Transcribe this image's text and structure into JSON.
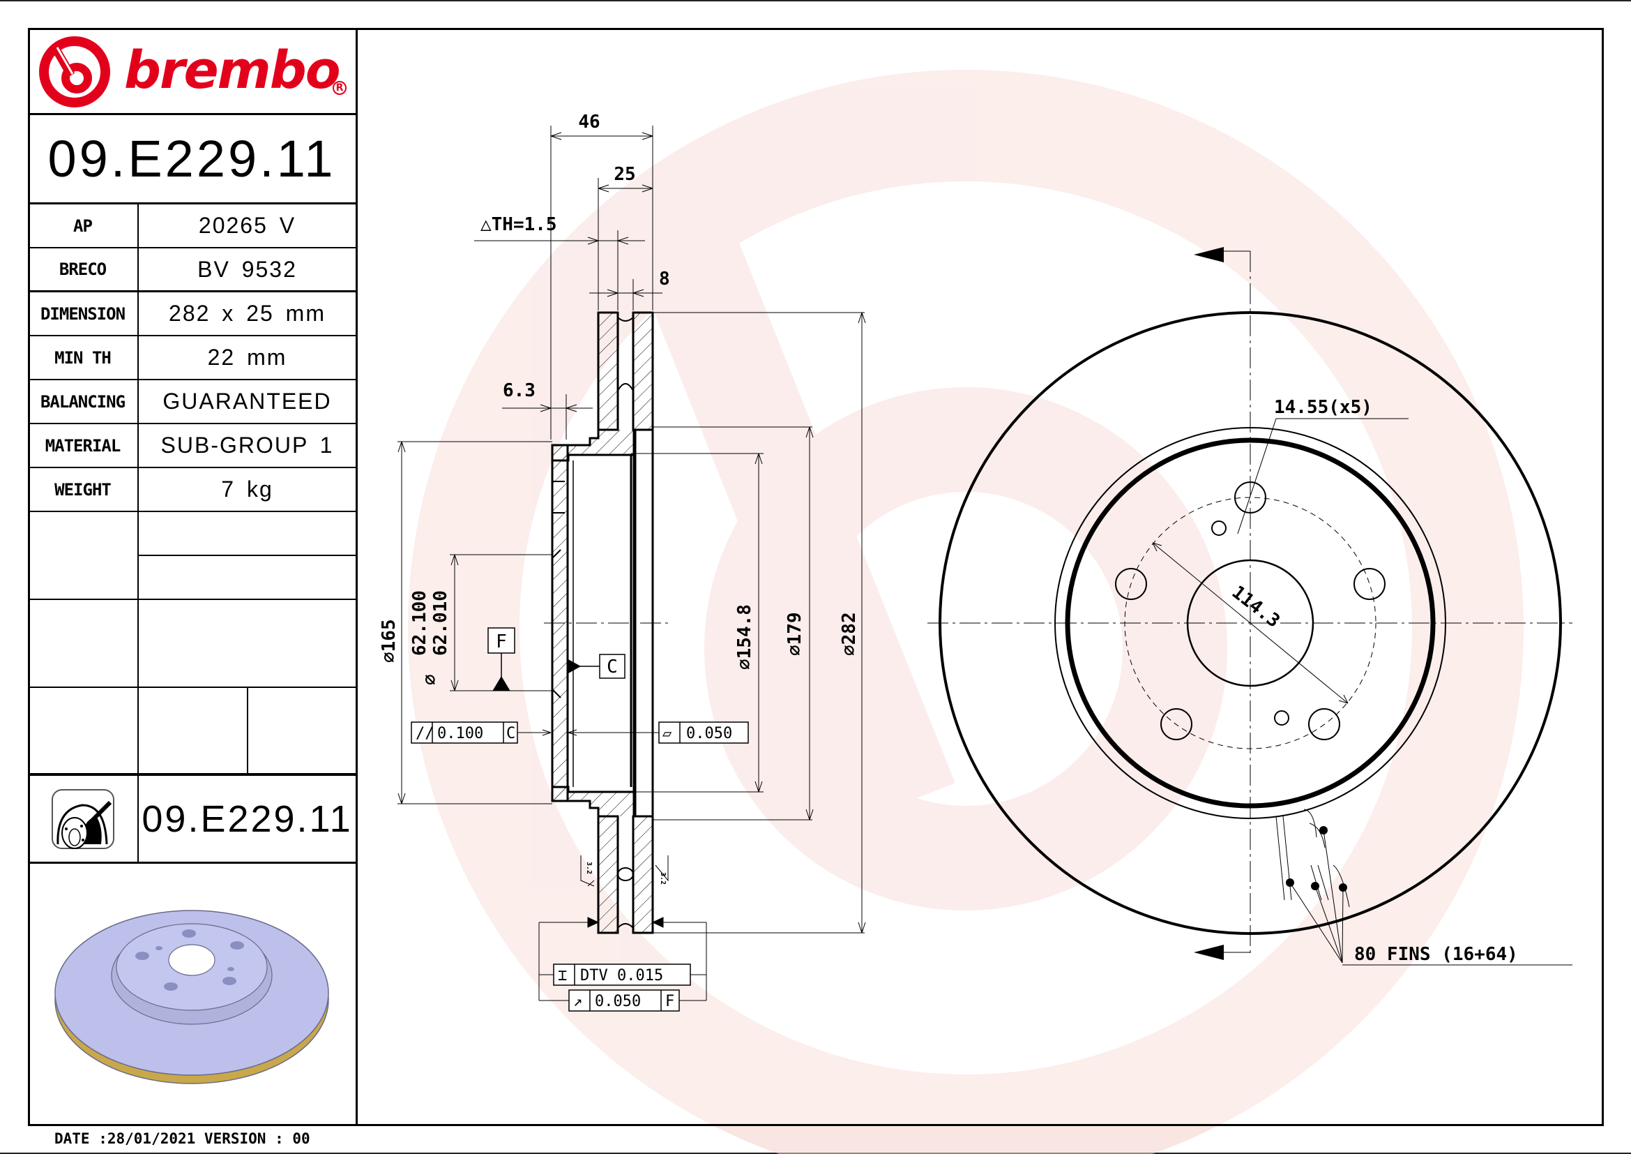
{
  "brand": {
    "name": "brembo",
    "registered_mark": "R",
    "color": "#e3001b"
  },
  "part_number": "09.E229.11",
  "specs": [
    {
      "label": "AP",
      "value": "20265 V"
    },
    {
      "label": "BRECO",
      "value": "BV 9532"
    },
    {
      "label": "DIMENSION",
      "value": "282 x 25 mm"
    },
    {
      "label": "MIN TH",
      "value": "22 mm"
    },
    {
      "label": "BALANCING",
      "value": "GUARANTEED"
    },
    {
      "label": "MATERIAL",
      "value": "SUB-GROUP 1"
    },
    {
      "label": "WEIGHT",
      "value": "7 kg"
    }
  ],
  "icon_row": {
    "icon": "disc-paint-coated-icon",
    "part_number": "09.E229.11"
  },
  "footer": {
    "text": "DATE :28/01/2021 VERSION : 00",
    "date": "28/01/2021",
    "version": "00"
  },
  "cross_section": {
    "dim_total_offset": "46",
    "dim_thickness": "25",
    "dim_delta_th": "△TH=1.5",
    "dim_fin_gap": "8",
    "dim_hat_wall": "6.3",
    "dia_hat": "⌀165",
    "dia_center_bore_max": "62.100",
    "dia_center_bore_min": "62.010",
    "dia_center_prefix": "⌀",
    "dia_inner_friction": "⌀154.8",
    "dia_179": "⌀179",
    "dia_outer": "⌀282",
    "datum_f": "F",
    "datum_c": "C",
    "tol_parallel": {
      "symbol": "//",
      "value": "0.100",
      "datum": "C"
    },
    "tol_flatness": {
      "symbol": "▱",
      "value": "0.050"
    },
    "tol_dtv": {
      "symbol": "⌶",
      "value": "DTV 0.015"
    },
    "tol_runout": {
      "symbol": "↗",
      "value": "0.050",
      "datum": "F"
    },
    "roughness_left": "3.2",
    "roughness_right": "3.2"
  },
  "front_view": {
    "bolt_hole_label": "14.55(x5)",
    "pcd_label": "114.3",
    "fins_label": "80 FINS (16+64)"
  },
  "colors": {
    "line": "#000000",
    "watermark": "#f7d9d4",
    "hatch": "#000000",
    "render_disc": "#b9bde8"
  }
}
